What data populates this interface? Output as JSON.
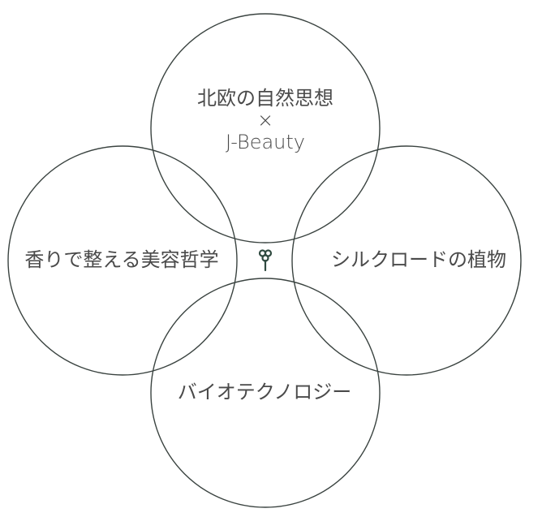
{
  "diagram": {
    "top": {
      "line1": "北欧の自然思想",
      "line2": "×",
      "line3": "J-Beauty"
    },
    "left": "香りで整える美容哲学",
    "right": "シルクロードの植物",
    "bottom": "バイオテクノロジー",
    "center_icon": "sprout-icon"
  },
  "colors": {
    "circle_stroke": "#3a4340",
    "icon": "#2f4a40",
    "text": "#4a4a4a"
  }
}
